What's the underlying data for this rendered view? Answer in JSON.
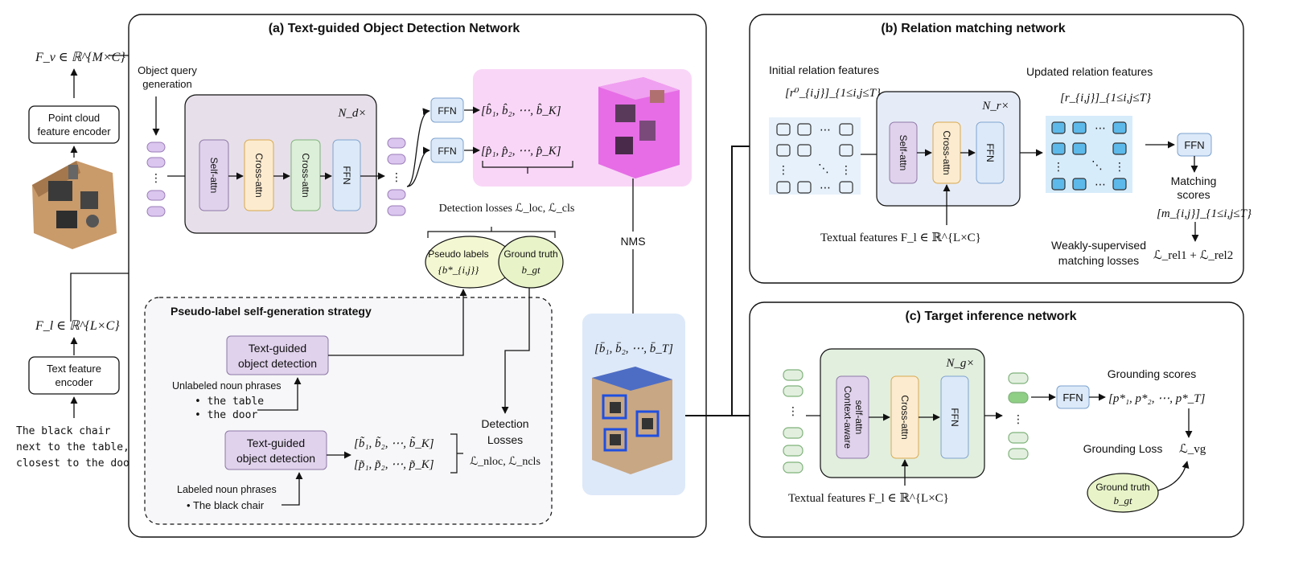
{
  "colors": {
    "panel_bg": "#f7f7f9",
    "decoder_bg": "#e7e0ea",
    "self_attn": "#e0d2ec",
    "cross_attn": "#fcebcf",
    "cross_attn2": "#dcefd8",
    "ffn": "#dce9f8",
    "query_token": "#dac6ee",
    "green_panel": "#e2efdf",
    "pink_panel": "#f9d6f7",
    "blue_panel": "#dde9f9",
    "relation_cell": "#5db9ea",
    "yellow_ellipse": "#f4f8d2",
    "green_ellipse": "#e8f4c8"
  },
  "left": {
    "fv_eq": "F_v ∈ ℝ^{M×C}",
    "point_encoder": [
      "Point cloud",
      "feature encoder"
    ],
    "fl_eq": "F_l ∈ ℝ^{L×C}",
    "text_encoder": [
      "Text feature",
      "encoder"
    ],
    "sentence": [
      "The black chair",
      "next to the table,",
      "closest to the door."
    ]
  },
  "panel_a": {
    "title": "(a) Text-guided Object Detection Network",
    "query_gen": [
      "Object query",
      "generation"
    ],
    "nd": "N_d×",
    "self_attn": "Self-attn",
    "cross_attn": "Cross-attn",
    "cross_attn2": "Cross-attn",
    "ffn": "FFN",
    "ffn_b": "FFN",
    "ffn_p": "FFN",
    "b_hat": "[b̂₁, b̂₂, ⋯, b̂_K]",
    "p_hat": "[p̂₁, p̂₂, ⋯, p̂_K]",
    "det_losses": "Detection losses ℒ_loc, ℒ_cls",
    "pseudo_labels": [
      "Pseudo labels",
      "{b*_{i,j}}"
    ],
    "ground_truth": [
      "Ground truth",
      "b_gt"
    ],
    "nms": "NMS",
    "b_bar": "[b̄₁, b̄₂, ⋯, b̄_T]"
  },
  "pseudo": {
    "title": "Pseudo-label self-generation strategy",
    "tgod1": [
      "Text-guided",
      "object detection"
    ],
    "unlabeled": "Unlabeled noun phrases",
    "unlabeled_items": [
      "the table",
      "the door"
    ],
    "tgod2": [
      "Text-guided",
      "object detection"
    ],
    "labeled": "Labeled noun phrases",
    "labeled_items": [
      "The black chair"
    ],
    "b_tilde": "[b̃₁, b̃₂, ⋯, b̃_K]",
    "p_tilde": "[p̃₁, p̃₂, ⋯, p̃_K]",
    "det_losses": [
      "Detection",
      "Losses"
    ],
    "nloss": "ℒ_nloc, ℒ_ncls"
  },
  "panel_b": {
    "title": "(b) Relation matching network",
    "initial": "Initial relation features",
    "r0": "[r⁰_{i,j}]_{1≤i,j≤T}",
    "nr": "N_r×",
    "self_attn": "Self-attn",
    "cross_attn": "Cross-attn",
    "ffn": "FFN",
    "textual": "Textual features F_l ∈ ℝ^{L×C}",
    "updated": "Updated relation features",
    "r": "[r_{i,j}]_{1≤i,j≤T}",
    "ffn2": "FFN",
    "matching": [
      "Matching",
      "scores"
    ],
    "m": "[m_{i,j}]_{1≤i,j≤T}",
    "weakly": [
      "Weakly-supervised",
      "matching losses"
    ],
    "rel_loss": "ℒ_rel1 + ℒ_rel2"
  },
  "panel_c": {
    "title": "(c) Target inference network",
    "ng": "N_g×",
    "context": [
      "Context-aware",
      "self-attn"
    ],
    "cross_attn": "Cross-attn",
    "ffn": "FFN",
    "textual": "Textual features F_l ∈ ℝ^{L×C}",
    "ffn2": "FFN",
    "grounding_scores": "Grounding scores",
    "p_star": "[p*₁, p*₂, ⋯, p*_T]",
    "grounding_loss": "Grounding Loss",
    "lvg": "ℒ_vg",
    "gt": [
      "Ground truth",
      "b_gt"
    ]
  }
}
